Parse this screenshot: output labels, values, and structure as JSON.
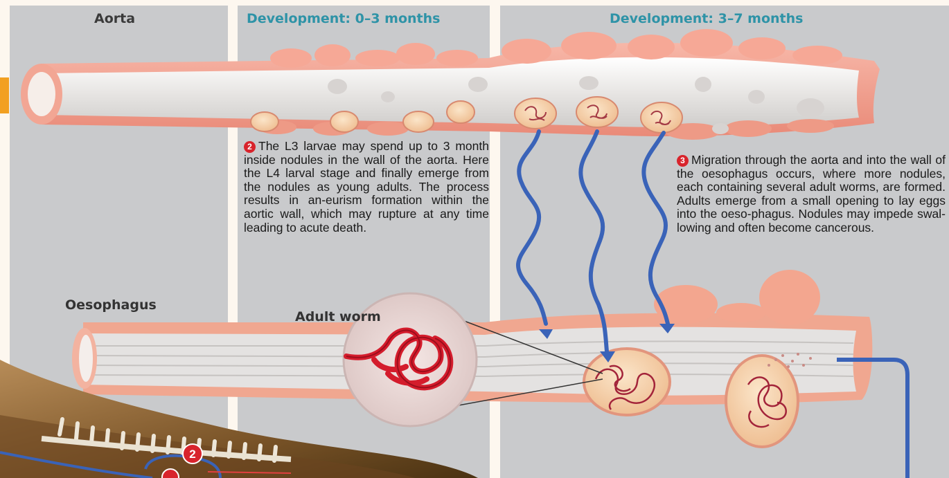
{
  "columns": {
    "aorta_header": "Aorta",
    "dev1_header": "Development: 0–3 months",
    "dev2_header": "Development: 3–7 months"
  },
  "labels": {
    "oesophagus": "Oesophagus",
    "adult_worm": "Adult worm"
  },
  "steps": [
    {
      "number": "2",
      "text": "The L3 larvae may spend up to 3 month inside nodules in the wall of the aorta. Here the L4 larval stage and finally emerge from the nodules as young adults. The process results in an-eurism formation within the aortic wall, which may rupture at any time leading to acute death."
    },
    {
      "number": "3",
      "text": "Migration through the aorta and into the wall of the oesophagus occurs, where more nodules, each containing several adult worms, are formed. Adults emerge from a small opening to lay eggs into the oeso-phagus. Nodules may impede swal-lowing and often become cancerous."
    }
  ],
  "dog_markers": [
    "2"
  ],
  "colors": {
    "panel_grey": "#c9cacc",
    "frame_white": "#fdf7ef",
    "header_teal": "#2e93a7",
    "badge_red": "#d8242c",
    "arrow_blue": "#3a63b8",
    "vessel_pink": "#ef9d8d",
    "orange_tab": "#f2a022"
  }
}
